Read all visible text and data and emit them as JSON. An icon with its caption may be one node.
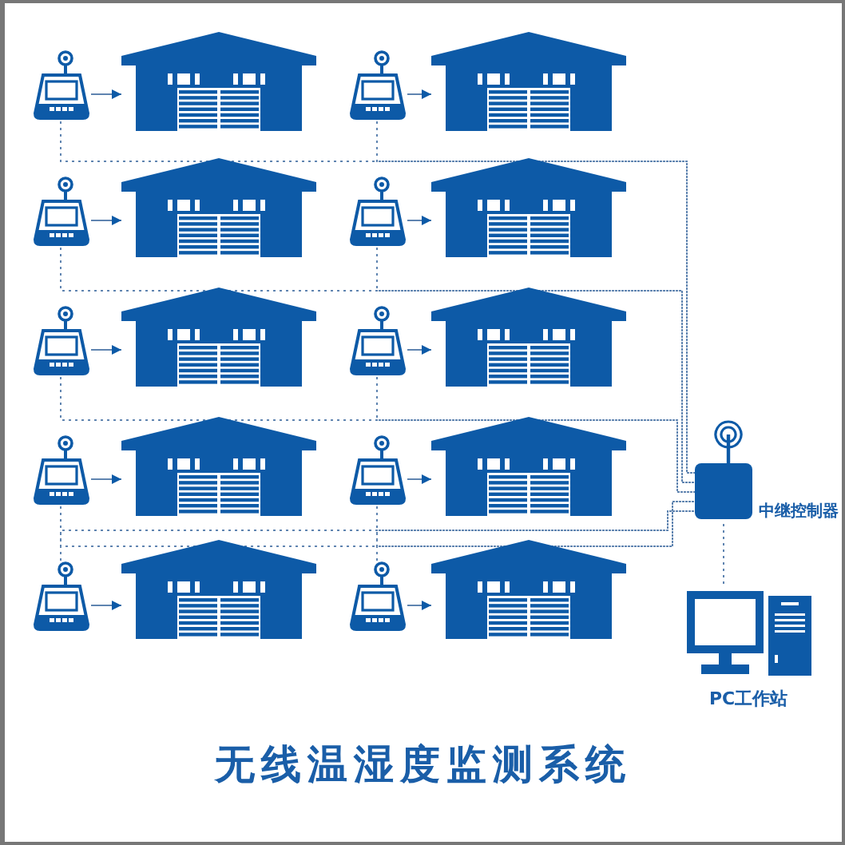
{
  "diagram": {
    "title": "无线温湿度监测系统",
    "nodes": [
      {
        "text": [],
        "shape": "device"
      },
      {
        "text": [],
        "shape": "warehouse"
      },
      {
        "text": [],
        "shape": "device"
      },
      {
        "text": [],
        "shape": "warehouse"
      },
      {
        "text": [],
        "shape": "device"
      },
      {
        "text": [],
        "shape": "warehouse"
      },
      {
        "text": [],
        "shape": "device"
      },
      {
        "text": [],
        "shape": "warehouse"
      },
      {
        "text": [],
        "shape": "device"
      },
      {
        "text": [],
        "shape": "warehouse"
      },
      {
        "text": [],
        "shape": "device"
      },
      {
        "text": [],
        "shape": "warehouse"
      },
      {
        "text": [],
        "shape": "device"
      },
      {
        "text": [],
        "shape": "warehouse"
      },
      {
        "text": [],
        "shape": "device"
      },
      {
        "text": [],
        "shape": "warehouse"
      },
      {
        "text": [],
        "shape": "device"
      },
      {
        "text": [],
        "shape": "warehouse"
      },
      {
        "text": [],
        "shape": "device"
      },
      {
        "text": [],
        "shape": "warehouse"
      },
      {
        "text": [
          "中继控制器"
        ]
      },
      {
        "text": [
          "PC工作站"
        ]
      }
    ],
    "edges": [
      {
        "from": 0,
        "to": 1,
        "arrow": "to"
      },
      {
        "from": 0,
        "to": 20,
        "arrow": "none",
        "style": "dashed"
      },
      {
        "from": 2,
        "to": 3,
        "arrow": "to"
      },
      {
        "from": 2,
        "to": 20,
        "arrow": "none",
        "style": "dashed"
      },
      {
        "from": 4,
        "to": 5,
        "arrow": "to"
      },
      {
        "from": 4,
        "to": 20,
        "arrow": "none",
        "style": "dashed"
      },
      {
        "from": 6,
        "to": 7,
        "arrow": "to"
      },
      {
        "from": 6,
        "to": 20,
        "arrow": "none",
        "style": "dashed"
      },
      {
        "from": 8,
        "to": 9,
        "arrow": "to"
      },
      {
        "from": 8,
        "to": 20,
        "arrow": "none",
        "style": "dashed"
      },
      {
        "from": 10,
        "to": 11,
        "arrow": "to"
      },
      {
        "from": 10,
        "to": 20,
        "arrow": "none",
        "style": "dashed"
      },
      {
        "from": 12,
        "to": 13,
        "arrow": "to"
      },
      {
        "from": 12,
        "to": 20,
        "arrow": "none",
        "style": "dashed"
      },
      {
        "from": 14,
        "to": 15,
        "arrow": "to"
      },
      {
        "from": 14,
        "to": 20,
        "arrow": "none",
        "style": "dashed"
      },
      {
        "from": 16,
        "to": 17,
        "arrow": "to"
      },
      {
        "from": 16,
        "to": 20,
        "arrow": "none",
        "style": "dashed"
      },
      {
        "from": 18,
        "to": 19,
        "arrow": "to"
      },
      {
        "from": 18,
        "to": 20,
        "arrow": "none",
        "style": "dashed"
      },
      {
        "from": 20,
        "to": 21,
        "arrow": "none",
        "style": "dashed"
      }
    ]
  }
}
